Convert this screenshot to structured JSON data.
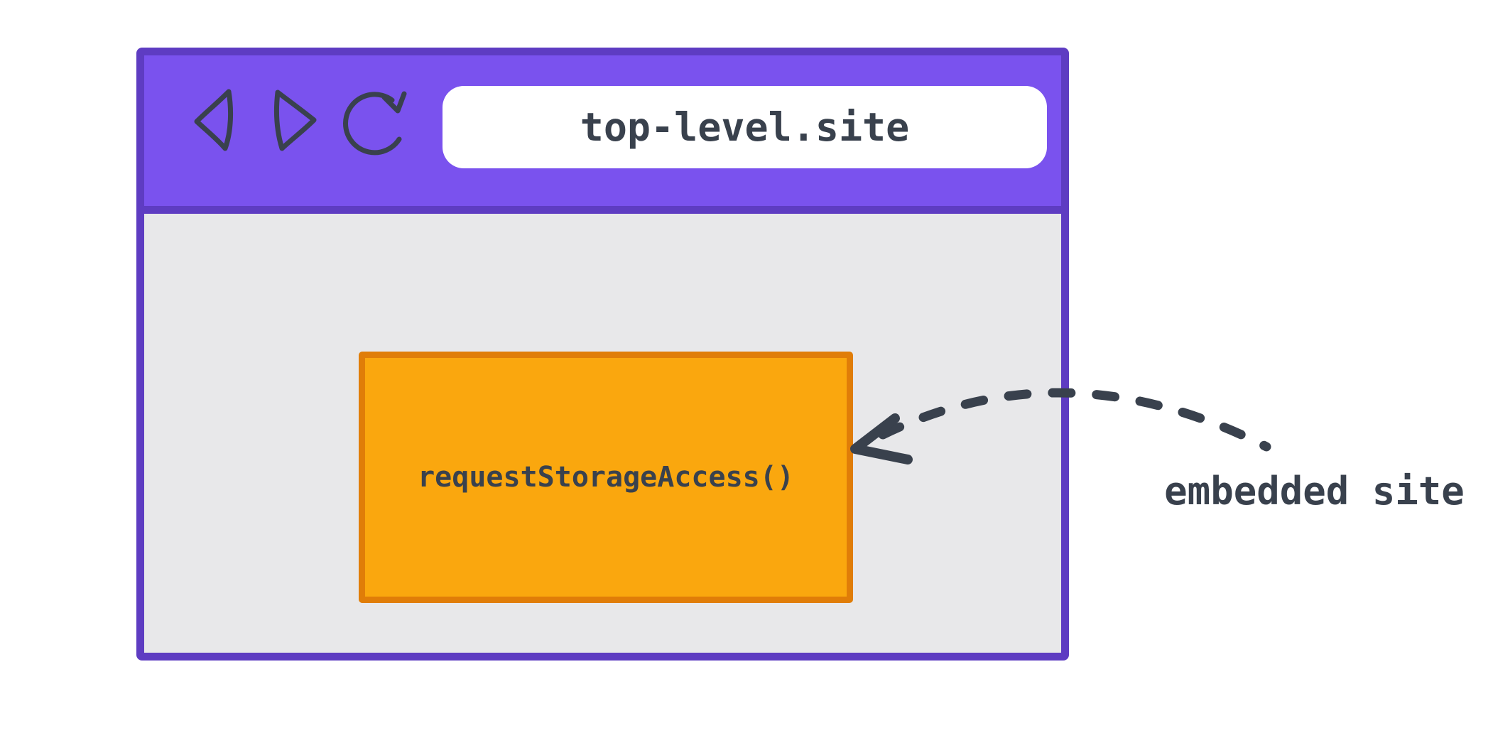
{
  "diagram_title": "Storage Access API: embedded site inside a top-level site",
  "browser_window": {
    "toolbar": {
      "icons": [
        {
          "name": "back-icon",
          "meaning": "navigate back"
        },
        {
          "name": "forward-icon",
          "meaning": "navigate forward"
        },
        {
          "name": "reload-icon",
          "meaning": "reload page"
        }
      ],
      "address_bar": {
        "value": "top-level.site"
      }
    },
    "content": {
      "embedded_frame": {
        "label": "requestStorageAccess()"
      }
    }
  },
  "annotation": {
    "label": "embedded site",
    "arrow": "dashed curved arrow from label pointing to the embedded frame"
  },
  "colors": {
    "ink": "#39414D",
    "toolbar_purple": "#7A52EE",
    "window_border_purple": "#5E3CC2",
    "frame_orange": "#FAA70E",
    "frame_border_orange": "#E07D08",
    "content_gray": "#E8E8EA",
    "address_bar_white": "#FFFFFF",
    "page_background": "#FFFFFF"
  }
}
